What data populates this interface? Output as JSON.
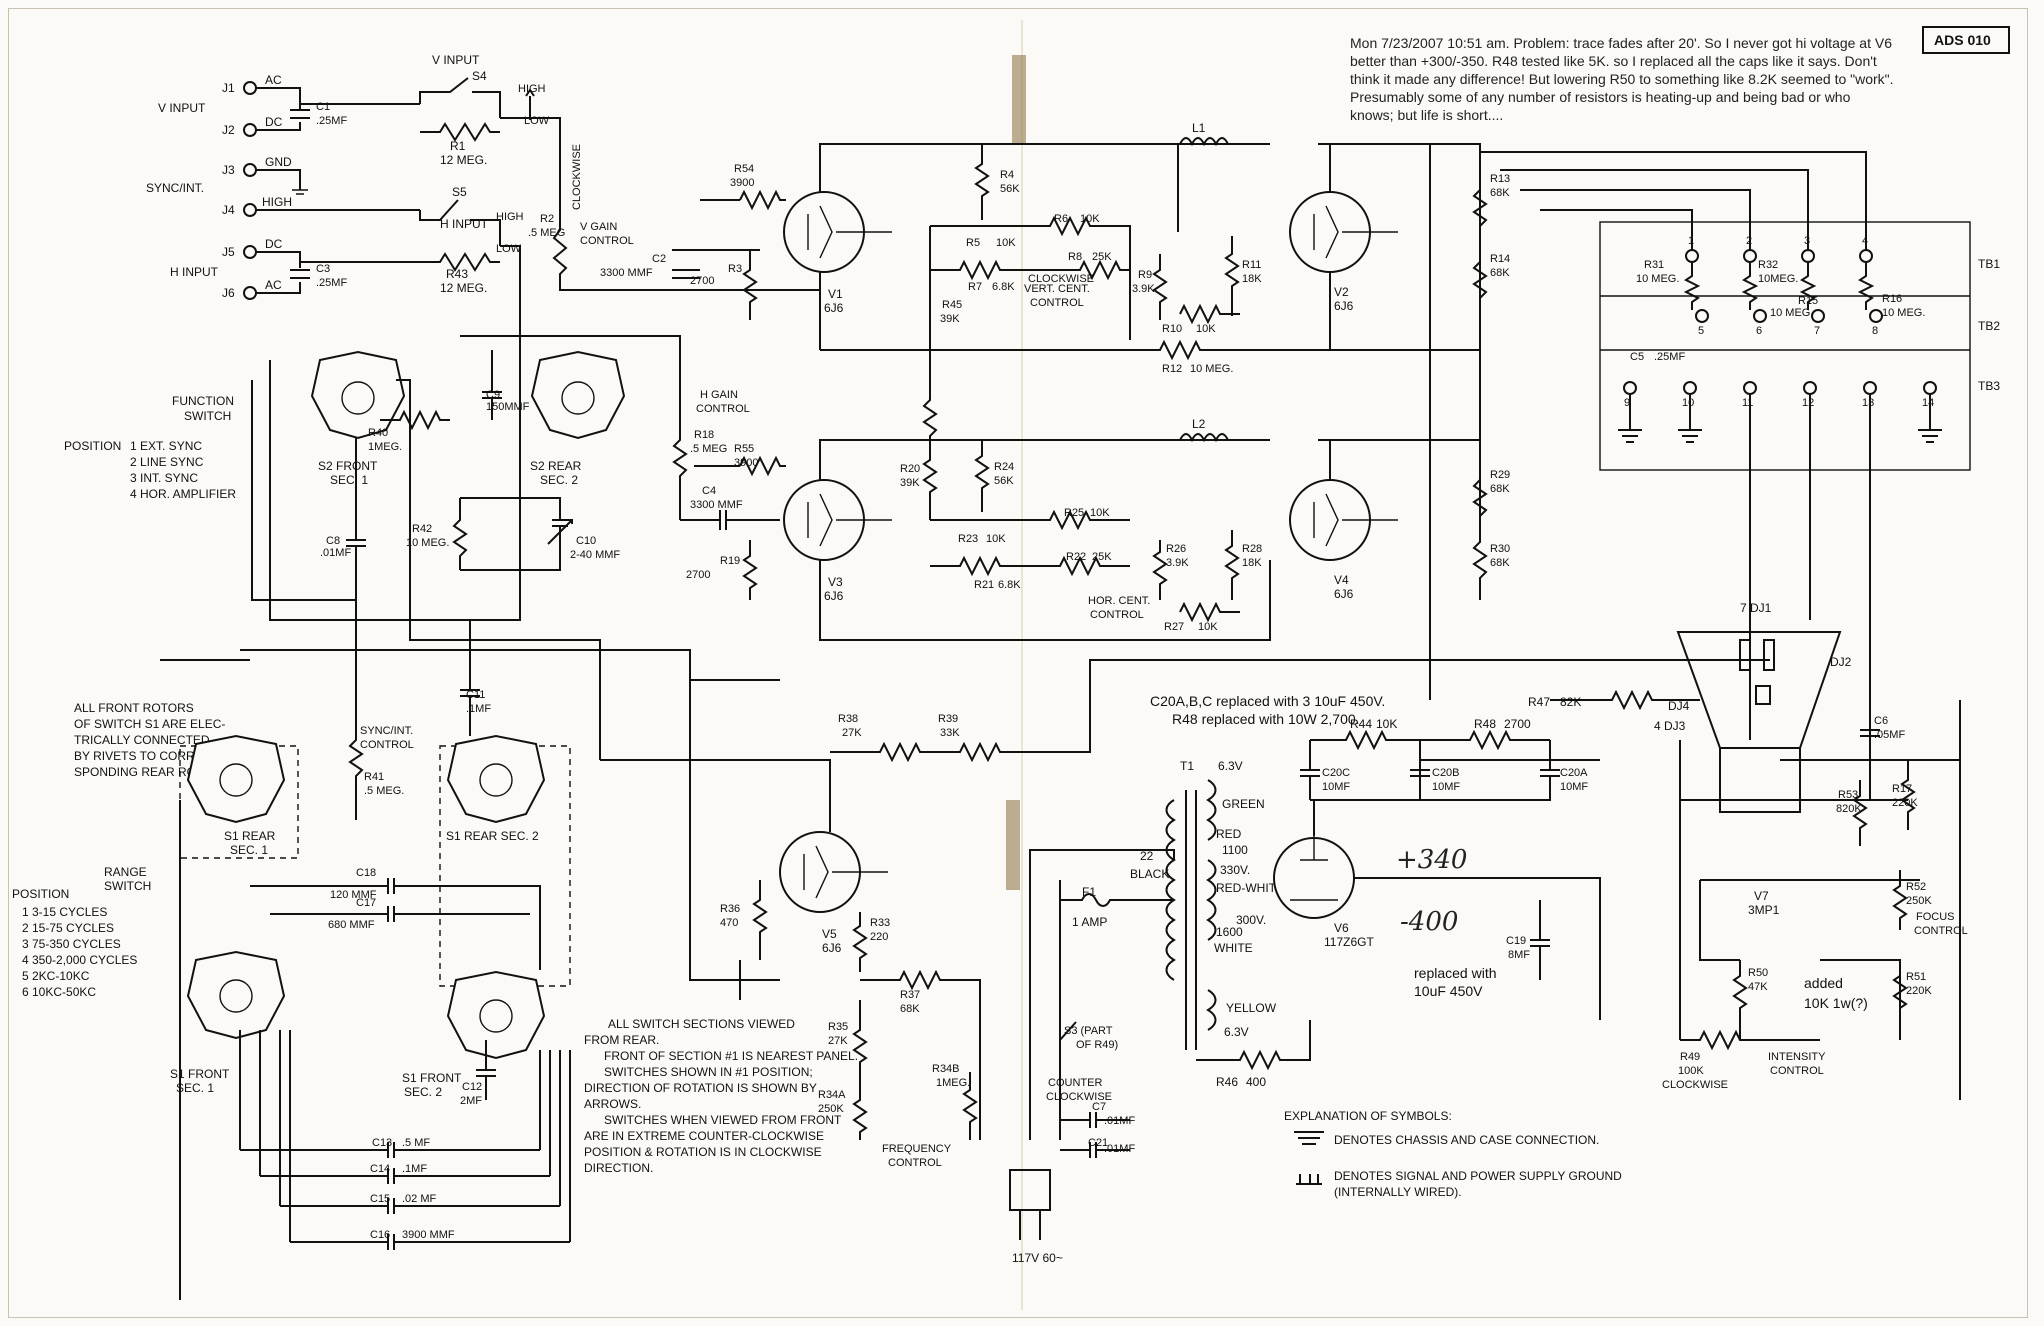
{
  "doc_id": "ADS 010",
  "top_note": "Mon 7/23/2007 10:51 am. Problem: trace fades after 20'. So I never got hi voltage at V6 better than +300/-350. R48 tested like 5K. so I replaced all the caps like it says. Don't think it made any difference! But lowering R50 to something like 8.2K seemed to \"work\". Presumably some of any number of resistors is heating-up and being bad or who knows; but life is short....",
  "handwritten": {
    "plus": "+340",
    "minus": "-400"
  },
  "annotations": {
    "c20_line1": "C20A,B,C replaced with 3 10uF 450V.",
    "c20_line2": "R48 replaced with 10W 2,700.",
    "c19_line1": "replaced with",
    "c19_line2": "10uF 450V",
    "r50_line1": "added",
    "r50_line2": "10K 1w(?)"
  },
  "inputs": {
    "v_input": "V INPUT",
    "sync_int": "SYNC/INT.",
    "h_input": "H INPUT",
    "j1": "J1",
    "j2": "J2",
    "j3": "J3",
    "j4": "J4",
    "j5": "J5",
    "j6": "J6",
    "ac": "AC",
    "dc": "DC",
    "gnd": "GND",
    "high": "HIGH",
    "ac2": "AC",
    "dc2": "DC",
    "c1": "C1",
    "c1v": ".25MF",
    "c3": "C3",
    "c3v": ".25MF"
  },
  "switches": {
    "s4_title": "V INPUT",
    "s4": "S4",
    "s4_high": "HIGH",
    "s4_low": "LOW",
    "s5": "S5",
    "s5_title": "H INPUT",
    "s5_high": "HIGH",
    "s5_low": "LOW",
    "r1": "R1",
    "r1v": "12 MEG.",
    "r43": "R43",
    "r43v": "12 MEG.",
    "r2": "R2",
    "r2v": ".5 MEG",
    "clockwise": "CLOCKWISE",
    "v_gain": "V GAIN",
    "control": "CONTROL"
  },
  "function_switch": {
    "title1": "FUNCTION",
    "title2": "SWITCH",
    "pos_head": "POSITION",
    "positions": [
      "1  EXT. SYNC",
      "2  LINE SYNC",
      "3  INT. SYNC",
      "4  HOR. AMPLIFIER"
    ],
    "s2f1": "S2 FRONT",
    "s2f2": "SEC. 1",
    "s2r1": "S2 REAR",
    "s2r2": "SEC. 2",
    "r40": "R40",
    "r40v": "1MEG.",
    "c8": "C8",
    "c8v": ".01MF",
    "c9": "C9",
    "c9v": "150MMF",
    "r42": "R42",
    "r42v": "10 MEG.",
    "c10": "C10",
    "c10v": "2-40 MMF"
  },
  "v_amp": {
    "r54": "R54",
    "r54v": "3900",
    "r4": "R4",
    "r4v": "56K",
    "r5": "R5",
    "r5v": "10K",
    "r6": "R6",
    "r6v": "10K",
    "r7": "R7",
    "r7v": "6.8K",
    "r8": "R8",
    "r8v": "25K",
    "r9": "R9",
    "r9v": "3.9K",
    "r10": "R10",
    "r10v": "10K",
    "r11": "R11",
    "r11v": "18K",
    "r45": "R45",
    "r45v": "39K",
    "r3": "R3",
    "r3v": "2700",
    "c2": "C2",
    "c2v": "3300 MMF",
    "v1": "V1",
    "v1t": "6J6",
    "v2": "V2",
    "v2t": "6J6",
    "l1": "L1",
    "r13": "R13",
    "r13v": "68K",
    "r14": "R14",
    "r14v": "68K",
    "vert1": "VERT. CENT.",
    "vert2": "CONTROL",
    "cw": "CLOCKWISE",
    "r12": "R12",
    "r12v": "10 MEG."
  },
  "h_amp": {
    "hgain1": "H GAIN",
    "hgain2": "CONTROL",
    "r18": "R18",
    "r18v": ".5 MEG",
    "r55": "R55",
    "r55v": "3900",
    "c4": "C4",
    "c4v": "3300 MMF",
    "r19": "R19",
    "r19v": "2700",
    "r20": "R20",
    "r20v": "39K",
    "r24": "R24",
    "r24v": "56K",
    "r23": "R23",
    "r23v": "10K",
    "r25": "R25",
    "r25v": "10K",
    "r21": "R21",
    "r21v": "6.8K",
    "r22": "R22",
    "r22v": "25K",
    "r26": "R26",
    "r26v": "3.9K",
    "r27": "R27",
    "r27v": "10K",
    "r28": "R28",
    "r28v": "18K",
    "v3": "V3",
    "v3t": "6J6",
    "v4": "V4",
    "v4t": "6J6",
    "l2": "L2",
    "r29": "R29",
    "r29v": "68K",
    "r30": "R30",
    "r30v": "68K",
    "hor1": "HOR. CENT.",
    "hor2": "CONTROL"
  },
  "terminals": {
    "tb1": "TB1",
    "tb2": "TB2",
    "tb3": "TB3",
    "r31": "R31",
    "r31v": "10 MEG.",
    "r32": "R32",
    "r32v": "10MEG.",
    "r15": "R15",
    "r15v": "10 MEG.",
    "r16": "R16",
    "r16v": "10 MEG.",
    "c5": "C5",
    "c5v": ".25MF",
    "nums": [
      "1",
      "2",
      "3",
      "4",
      "5",
      "6",
      "7",
      "8",
      "9",
      "10",
      "11",
      "12",
      "13",
      "14"
    ]
  },
  "range_switch": {
    "note": [
      "ALL FRONT ROTORS",
      "OF SWITCH S1 ARE ELEC-",
      "TRICALLY CONNECTED",
      "BY RIVETS TO CORRE-",
      "SPONDING REAR ROTOR"
    ],
    "title1": "RANGE",
    "title2": "SWITCH",
    "pos_head": "POSITION",
    "positions": [
      "1  3-15 CYCLES",
      "2  15-75 CYCLES",
      "3  75-350 CYCLES",
      "4  350-2,000 CYCLES",
      "5  2KC-10KC",
      "6  10KC-50KC"
    ],
    "s1r1": "S1 REAR",
    "s1r1b": "SEC. 1",
    "s1r2": "S1 REAR  SEC. 2",
    "s1f1": "S1 FRONT",
    "s1f1b": "SEC. 1",
    "s1f2": "S1 FRONT",
    "s1f2b": "SEC. 2",
    "sync1": "SYNC/INT.",
    "sync2": "CONTROL",
    "r41": "R41",
    "r41v": ".5 MEG.",
    "c11": "C11",
    "c11v": ".1MF",
    "c18": "C18",
    "c18v": "120 MMF",
    "c17": "C17",
    "c17v": "680 MMF",
    "c12": "C12",
    "c12v": "2MF",
    "c13": "C13",
    "c13v": ".5 MF",
    "c14": "C14",
    "c14v": ".1MF",
    "c15": "C15",
    "c15v": ".02 MF",
    "c16": "C16",
    "c16v": "3900 MMF"
  },
  "sweep": {
    "r38": "R38",
    "r38v": "27K",
    "r39": "R39",
    "r39v": "33K",
    "v5": "V5",
    "v5t": "6J6",
    "r36": "R36",
    "r36v": "470",
    "r33": "R33",
    "r33v": "220",
    "r37": "R37",
    "r37v": "68K",
    "r35": "R35",
    "r35v": "27K",
    "r34a": "R34A",
    "r34av": "250K",
    "r34b": "R34B",
    "r34bv": "1MEG.",
    "freq1": "FREQUENCY",
    "freq2": "CONTROL",
    "notes": [
      "ALL SWITCH SECTIONS VIEWED",
      "FROM REAR.",
      "FRONT OF SECTION #1 IS NEAREST PANEL.",
      "SWITCHES SHOWN IN #1 POSITION;",
      "DIRECTION OF ROTATION IS SHOWN BY",
      "ARROWS.",
      "SWITCHES WHEN VIEWED FROM FRONT",
      "ARE IN EXTREME COUNTER-CLOCKWISE",
      "POSITION & ROTATION IS IN CLOCKWISE",
      "DIRECTION."
    ]
  },
  "power": {
    "t1": "T1",
    "v63": "6.3V",
    "green": "GREEN",
    "red": "RED",
    "n1100": "1100",
    "v330": "330V.",
    "rw": "RED-WHITE TR",
    "v300": "300V.",
    "n1600": "1600",
    "white": "WHITE",
    "yellow": "YELLOW",
    "v63b": "6.3V",
    "black": "BLACK",
    "n22": "22",
    "f1": "F1",
    "f1v": "1 AMP",
    "s3": "S3 (PART",
    "s3b": "OF R49)",
    "counter": "COUNTER",
    "cw": "CLOCKWISE",
    "c7": "C7",
    "c7v": ".01MF",
    "c21": "C21",
    "c21v": ".01MF",
    "plug": "117V 60~",
    "r44": "R44",
    "r44v": "10K",
    "r48": "R48",
    "r48v": "2700",
    "r47": "R47",
    "r47v": "82K",
    "c20a": "C20A",
    "c20b": "C20B",
    "c20c": "C20C",
    "c20v": "10MF",
    "v6": "V6",
    "v6t": "117Z6GT",
    "c19": "C19",
    "c19v": "8MF",
    "r46": "R46",
    "r46v": "400"
  },
  "crt": {
    "v7": "V7",
    "v7t": "3MP1",
    "dj1": "7 DJ1",
    "dj2": "DJ2",
    "dj3": "4 DJ3",
    "dj4": "DJ4",
    "c6": "C6",
    "c6v": ".05MF",
    "r53": "R53",
    "r53v": "820K",
    "r17": "R17",
    "r17v": "220K",
    "r52": "R52",
    "r52v": "250K",
    "focus1": "FOCUS",
    "focus2": "CONTROL",
    "r51": "R51",
    "r51v": "220K",
    "r50": "R50",
    "r50v": "47K",
    "r49": "R49",
    "r49v": "100K",
    "cw": "CLOCKWISE",
    "int1": "INTENSITY",
    "int2": "CONTROL"
  },
  "legend": {
    "title": "EXPLANATION OF SYMBOLS:",
    "chassis": "DENOTES CHASSIS AND CASE CONNECTION.",
    "signal1": "DENOTES SIGNAL AND POWER SUPPLY GROUND",
    "signal2": "(INTERNALLY  WIRED)."
  }
}
